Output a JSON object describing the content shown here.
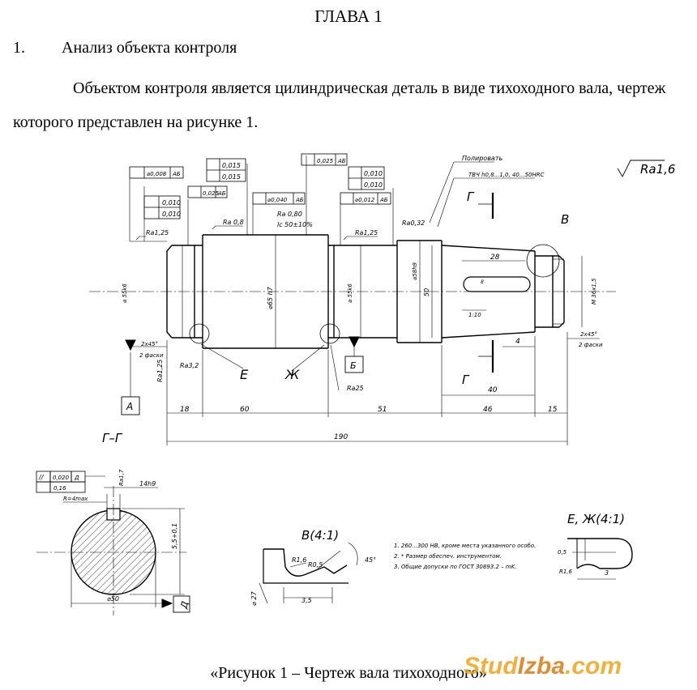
{
  "chapter_title": "ГЛАВА 1",
  "section": {
    "number": "1.",
    "title": "Анализ объекта контроля"
  },
  "paragraph": "Объектом контроля является цилиндрическая деталь в виде тихоходного вала, чертеж которого представлен на рисунке 1.",
  "figure": {
    "caption": "«Рисунок 1 – Чертеж вала тихоходного»",
    "labels": {
      "roughness_main": "Ra1,6",
      "polish": "Полировать",
      "hardening": "ТВЧ h0,8...1,0, 40...50HRC",
      "tol_top_1": "0,025",
      "tol_top_1_base": "АБ",
      "tol_0015_a": "0,015",
      "tol_0015_b": "0,015",
      "tol_runout_008": "⌀0,008",
      "tol_runout_008_base": "АБ",
      "tol_0010_a": "0,010",
      "tol_0010_b": "0,010",
      "tol_0025_mid": "0,025",
      "tol_0025_mid_base": "АБ",
      "tol_0040": "⌀0,040",
      "tol_0040_base": "АБ",
      "tol_0010_c": "0,010",
      "tol_0010_d": "0,010",
      "tol_0012": "⌀0,012",
      "tol_0012_base": "АБ",
      "ra125_left": "Ra1,25",
      "ra08": "Ra 0,8",
      "ra080_lc": "Ra 0,80",
      "lc": "lc 50±10%",
      "ra125_right": "Ra1,25",
      "ra032": "Ra0,32",
      "dia_left": "⌀ 55k6",
      "dia_mid": "⌀65 h7",
      "dia_right": "⌀ 55k6",
      "dia_shoulder": "⌀58h9",
      "dim_50": "50",
      "dim_28": "28",
      "dim_8": "8",
      "taper": "1:10",
      "thread": "М 36х1,5",
      "chamfer_left": "2х45°",
      "chamfer_left_note": "2 фаски",
      "chamfer_right": "2х45°",
      "chamfer_right_note": "2 фаски",
      "ra125_vert": "Ra1,25",
      "ra32": "Ra3,2",
      "ra25_bottom": "Ra25",
      "base_a": "А",
      "base_b": "Б",
      "view_e": "Е",
      "view_zh": "Ж",
      "view_g_top": "Г",
      "view_g_bottom": "Г",
      "view_v": "В",
      "dim_4": "4",
      "dim_40": "40",
      "dim_18": "18",
      "dim_60": "60",
      "dim_51": "51",
      "dim_46": "46",
      "dim_15": "15",
      "dim_190": "190",
      "section_gg": "Г–Г",
      "gg_tol_sym": "//",
      "gg_tol_1": "0,020",
      "gg_tol_2": "0,16",
      "gg_base": "Д",
      "gg_ra": "Ra1,7",
      "gg_key": "14h9",
      "gg_r": "R=4max",
      "gg_depth": "5,5+0,1",
      "gg_dia": "⌀50",
      "gg_base_d": "Д",
      "detail_v": "В(4:1)",
      "detail_v_r16": "R1,6",
      "detail_v_r05": "R0,5",
      "detail_v_45": "45°",
      "detail_v_dia": "⌀ 27",
      "detail_v_35": "3,5",
      "note_1": "1. 260...300 НВ, кроме места указанного особо.",
      "note_2": "2. * Размер обеспеч. инструментом.",
      "note_3": "3. Общие допуски по ГОСТ 30893.2 – mK.",
      "detail_ezh": "Е, Ж(4:1)",
      "detail_ezh_05": "0,5",
      "detail_ezh_r16": "R1,6",
      "detail_ezh_3": "3"
    }
  },
  "watermark": {
    "part1": "Stud",
    "part2": "Izba",
    "part3": ".com"
  }
}
